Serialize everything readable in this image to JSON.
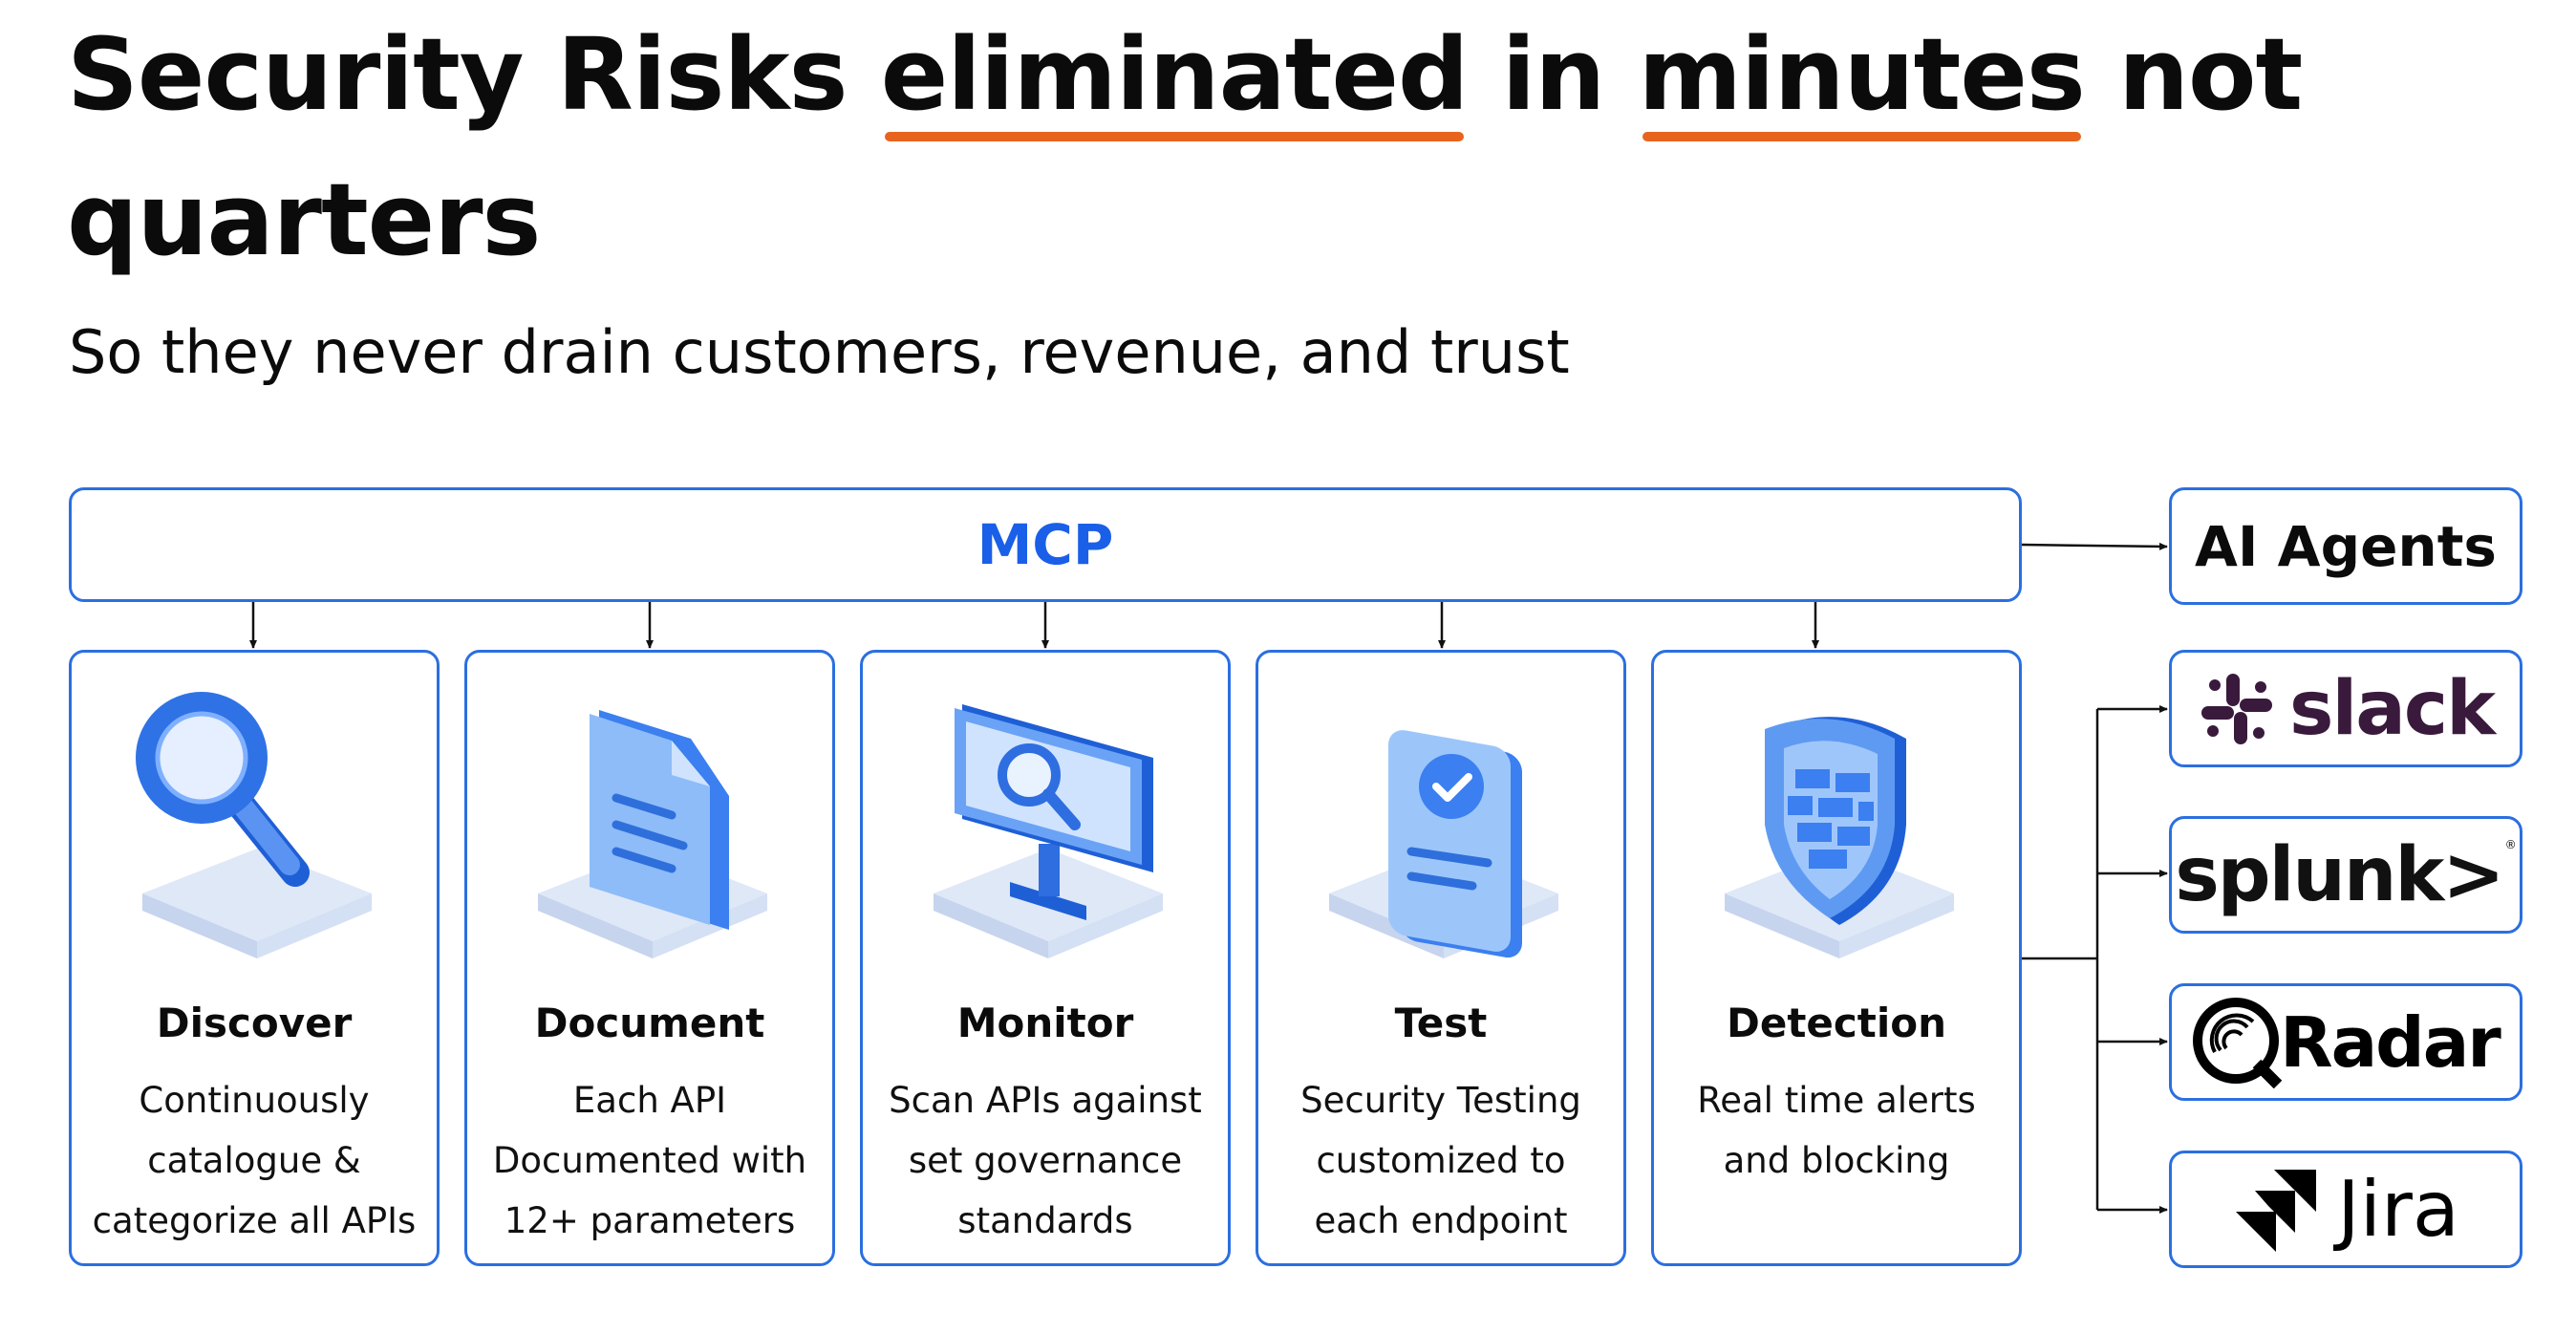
{
  "title": {
    "line1_part1": "Security Risks ",
    "line1_hl1": "eliminated",
    "line1_part2": " in ",
    "line1_hl2": "minutes",
    "line1_part3": " not",
    "line2": "quarters"
  },
  "subtitle": "So they never drain customers, revenue, and trust",
  "mcp": {
    "label": "MCP"
  },
  "ai_agents": {
    "label": "AI Agents"
  },
  "cards": [
    {
      "title": "Discover",
      "icon": "magnifier-icon",
      "desc": [
        "Continuously",
        "catalogue &",
        "categorize all APIs"
      ]
    },
    {
      "title": "Document",
      "icon": "document-icon",
      "desc": [
        "Each API",
        "Documented with",
        "12+ parameters"
      ]
    },
    {
      "title": "Monitor",
      "icon": "monitor-icon",
      "desc": [
        "Scan APIs against",
        "set governance",
        "standards"
      ]
    },
    {
      "title": "Test",
      "icon": "checklist-icon",
      "desc": [
        "Security Testing",
        "customized to",
        "each endpoint"
      ]
    },
    {
      "title": "Detection",
      "icon": "shield-icon",
      "desc": [
        "Real time alerts",
        "and blocking"
      ]
    }
  ],
  "integrations": [
    {
      "name": "slack",
      "icon": "slack-logo-icon"
    },
    {
      "name": "splunk>",
      "icon": "splunk-logo-icon"
    },
    {
      "name": "Radar",
      "icon": "qradar-logo-icon"
    },
    {
      "name": "Jira",
      "icon": "jira-logo-icon"
    }
  ],
  "colors": {
    "accent_blue": "#2b6fe0",
    "mcp_text": "#1a5fe8",
    "underline_orange": "#e8641e",
    "text": "#0b0b0b",
    "slack_purple": "#3a1a3c"
  }
}
